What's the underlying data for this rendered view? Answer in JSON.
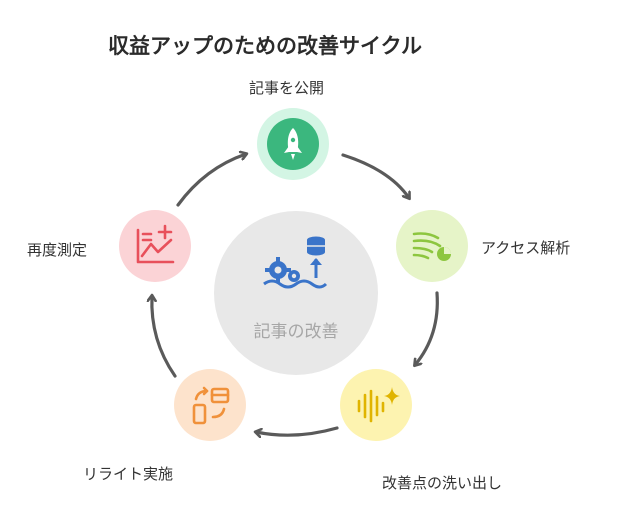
{
  "title": "収益アップのための改善サイクル",
  "center": {
    "label": "記事の改善",
    "icon": "gear-upload-icon"
  },
  "steps": [
    {
      "label": "記事を公開",
      "icon": "rocket-icon",
      "color": "#3bb77e",
      "bg": "#d3f5e4"
    },
    {
      "label": "アクセス解析",
      "icon": "analytics-icon",
      "color": "#8dc63f",
      "bg": "#e6f4c8"
    },
    {
      "label": "改善点の洗い出し",
      "icon": "sparkle-soundwave-icon",
      "color": "#e0b400",
      "bg": "#fdf3b0"
    },
    {
      "label": "リライト実施",
      "icon": "device-swap-icon",
      "color": "#f0913a",
      "bg": "#fde3cc"
    },
    {
      "label": "再度測定",
      "icon": "chart-plus-icon",
      "color": "#e8505b",
      "bg": "#fbd3d6"
    }
  ]
}
